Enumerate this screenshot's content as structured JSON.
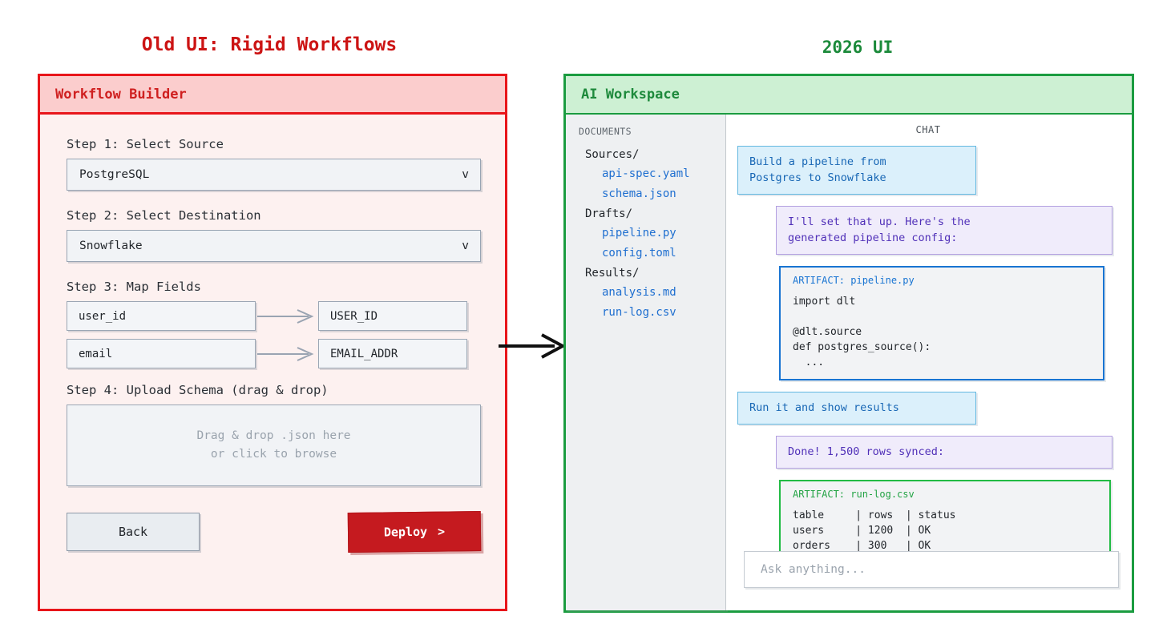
{
  "old_ui": {
    "title": "Old UI: Rigid Workflows",
    "title_color": "#cc1414",
    "header_title": "Workflow Builder",
    "border_color": "#e8151a",
    "steps": {
      "step1_label": "Step 1: Select Source",
      "step1_value": "PostgreSQL",
      "step1_caret": "v",
      "step2_label": "Step 2: Select Destination",
      "step2_value": "Snowflake",
      "step2_caret": "v",
      "step3_label": "Step 3: Map Fields",
      "step4_label": "Step 4: Upload Schema (drag & drop)"
    },
    "field_map": [
      {
        "source": "user_id",
        "target": "USER_ID"
      },
      {
        "source": "email",
        "target": "EMAIL_ADDR"
      }
    ],
    "dropzone": {
      "line1": "Drag & drop .json here",
      "line2": "or click to browse"
    },
    "buttons": {
      "back": "Back",
      "deploy": "Deploy",
      "deploy_caret": ">"
    }
  },
  "transition": {
    "arrow_icon": "arrow-right-icon"
  },
  "new_ui": {
    "title": "2026 UI",
    "title_color": "#1b8a3a",
    "header_title": "AI Workspace",
    "border_color": "#1b9c40",
    "sidebar": {
      "heading": "DOCUMENTS",
      "tree": [
        {
          "type": "folder",
          "label": "Sources/"
        },
        {
          "type": "file",
          "label": "api-spec.yaml"
        },
        {
          "type": "file",
          "label": "schema.json"
        },
        {
          "type": "folder",
          "label": "Drafts/"
        },
        {
          "type": "file",
          "label": "pipeline.py"
        },
        {
          "type": "file",
          "label": "config.toml"
        },
        {
          "type": "folder",
          "label": "Results/"
        },
        {
          "type": "file",
          "label": "analysis.md"
        },
        {
          "type": "file",
          "label": "run-log.csv"
        }
      ]
    },
    "chat": {
      "heading": "CHAT",
      "messages": [
        {
          "role": "user",
          "text": "Build a pipeline from\nPostgres to Snowflake"
        },
        {
          "role": "assistant",
          "text": "I'll set that up. Here's the\ngenerated pipeline config:"
        },
        {
          "role": "artifact-code",
          "head": "ARTIFACT: pipeline.py",
          "body": "import dlt\n\n@dlt.source\ndef postgres_source():\n  ..."
        },
        {
          "role": "user",
          "text": "Run it and show results"
        },
        {
          "role": "assistant",
          "text": "Done! 1,500 rows synced:"
        },
        {
          "role": "artifact-result",
          "head": "ARTIFACT: run-log.csv",
          "body": "table     | rows  | status\nusers     | 1200  | OK\norders    | 300   | OK"
        }
      ],
      "input_placeholder": "Ask anything..."
    }
  }
}
